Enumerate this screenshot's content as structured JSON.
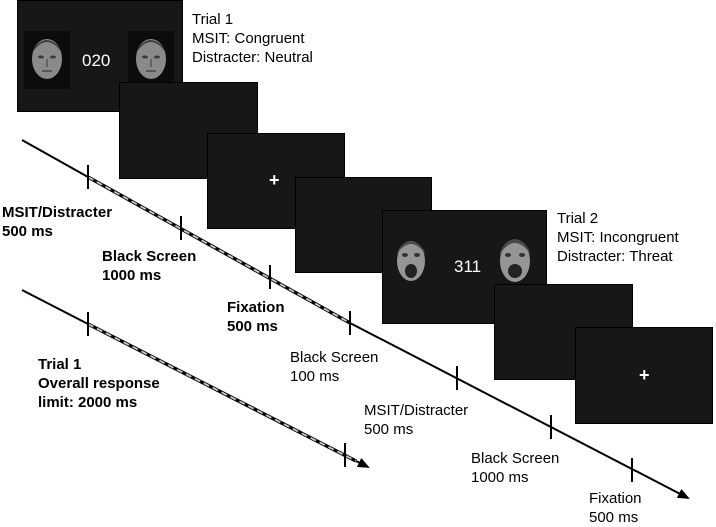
{
  "trial1": {
    "description": [
      "Trial 1",
      "MSIT: Congruent",
      "Distracter: Neutral"
    ],
    "stimulus_number": "020",
    "events": [
      {
        "name": "MSIT/Distracter",
        "duration": "500 ms"
      },
      {
        "name": "Black Screen",
        "duration": "1000 ms"
      },
      {
        "name": "Fixation",
        "duration": "500 ms"
      },
      {
        "name": "Black Screen",
        "duration": "100 ms"
      }
    ]
  },
  "trial2": {
    "description": [
      "Trial 2",
      "MSIT: Incongruent",
      "Distracter: Threat"
    ],
    "stimulus_number": "311",
    "events": [
      {
        "name": "MSIT/Distracter",
        "duration": "500 ms"
      },
      {
        "name": "Black Screen",
        "duration": "1000 ms"
      },
      {
        "name": "Fixation",
        "duration": "500 ms"
      }
    ]
  },
  "response_limit": [
    "Trial 1",
    "Overall response",
    "limit: 2000 ms"
  ],
  "fixation_symbol": "+",
  "colors": {
    "screen": "#171717",
    "face": "#8a8a8a",
    "timeline": "#000000",
    "dashed": "#bcbcbc"
  }
}
